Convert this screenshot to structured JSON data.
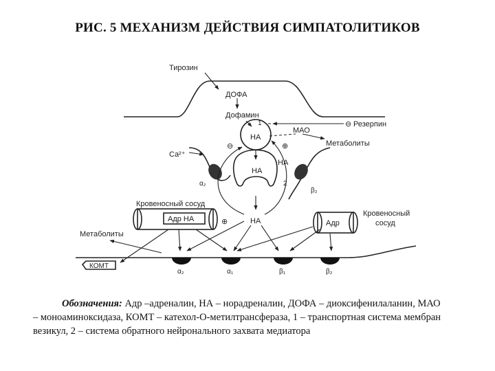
{
  "title": "РИС. 5   МЕХАНИЗМ ДЕЙСТВИЯ СИМПАТОЛИТИКОВ",
  "diagram": {
    "tyrosine": "Тирозин",
    "dopa": "ДОФА",
    "dopamine": "Дофамин",
    "ne_vesicle": "НА",
    "ne_terminal": "НА",
    "ne_cleft": "НА",
    "ne_reuptake": "НА",
    "mao": "МАО",
    "reserpine": "Резерпин",
    "metabolites_right": "Метаболиты",
    "calcium": "Ca²⁺",
    "alpha2_pre": "α₂",
    "beta2_pre": "β₂",
    "mark1": "1",
    "mark2": "2",
    "minus1": "⊖",
    "minus2": "⊖",
    "plus1": "⊕",
    "plus2": "⊕",
    "blood_vessel_left": "Кровеносный сосуд",
    "adr_ne": "Адр НА",
    "adr": "Адр",
    "blood_vessel_right_1": "Кровеносный",
    "blood_vessel_right_2": "сосуд",
    "metabolites_left": "Метаболиты",
    "komt": "КОМТ",
    "r_alpha2": "α₂",
    "r_alpha1": "α₁",
    "r_beta1": "β₁",
    "r_beta2": "β₂"
  },
  "legend": {
    "heading": "Обозначения:",
    "text": "Адр –адреналин, НА – норадреналин, ДОФА – диоксифенилаланин, МАО – моноаминоксидаза, КОМТ – катехол-О-метилтрансфераза, 1 – транспортная система мембран везикул, 2 – система обратного нейронального захвата медиатора"
  }
}
